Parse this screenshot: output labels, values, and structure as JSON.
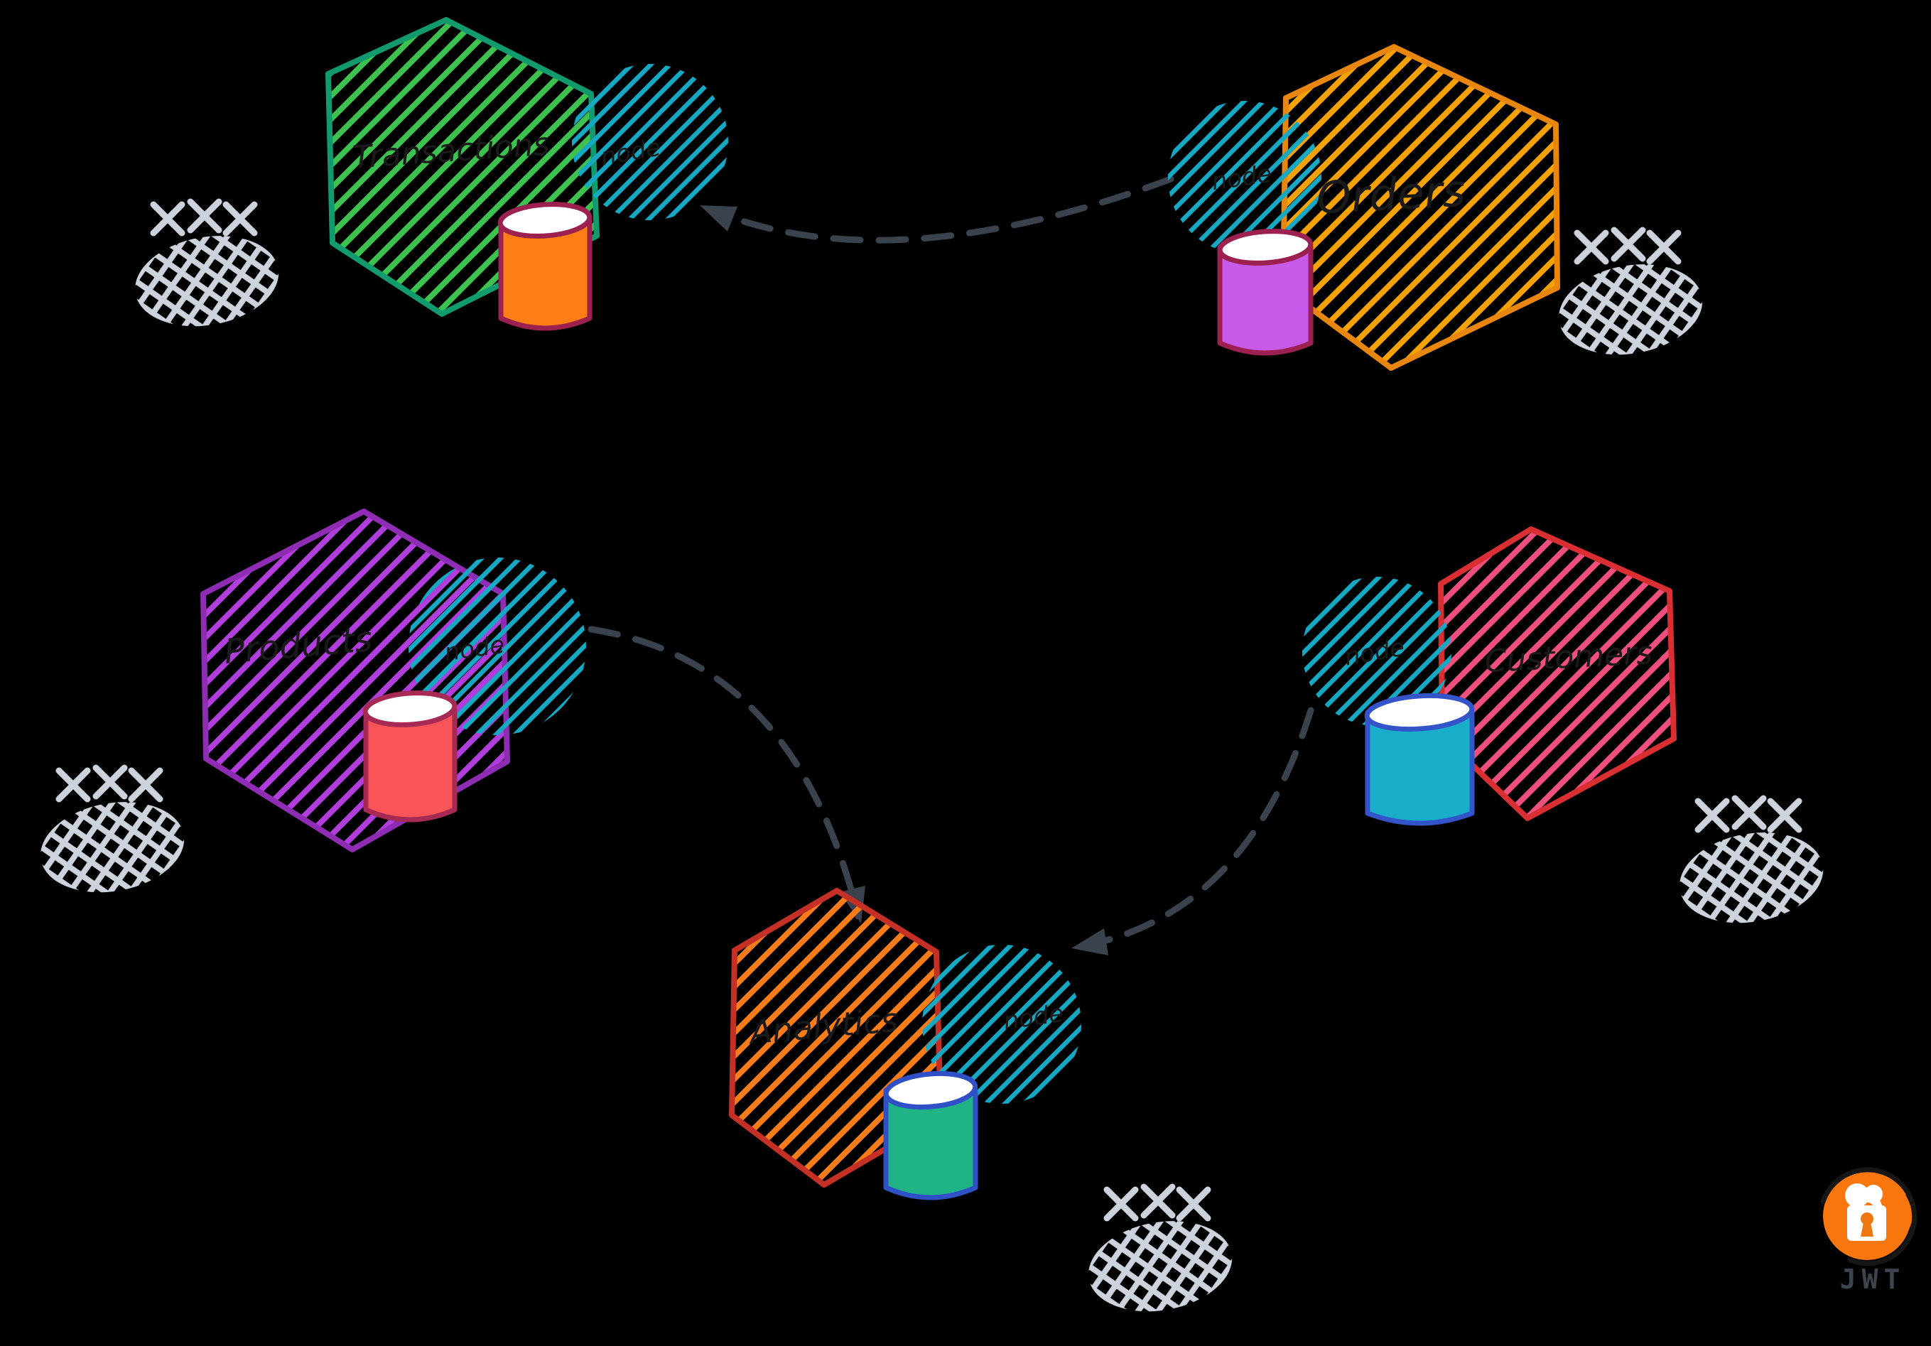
{
  "canvas": {
    "background": "#000000"
  },
  "text_color": "#1a1a1a",
  "db_top_color": "#ffffff",
  "node_style": {
    "hatch_color": "#17a8c4"
  },
  "services": [
    {
      "name": "Transactions",
      "node_label": "node",
      "colors": {
        "hatch": "#3ec24f",
        "outline": "#109a6d",
        "db_fill": "#fd7e14",
        "db_outline": "#9c2150"
      }
    },
    {
      "name": "Orders",
      "node_label": "node",
      "colors": {
        "hatch": "#f5a201",
        "outline": "#e8860d",
        "db_fill": "#c75ae8",
        "db_outline": "#9c2150"
      }
    },
    {
      "name": "Products",
      "node_label": "node",
      "colors": {
        "hatch": "#b13ddd",
        "outline": "#8e2db3",
        "db_fill": "#f95458",
        "db_outline": "#a62a54"
      }
    },
    {
      "name": "Customers",
      "node_label": "node",
      "colors": {
        "hatch": "#ee4f7d",
        "outline": "#d92f32",
        "db_fill": "#18aec9",
        "db_outline": "#3454c9"
      }
    },
    {
      "name": "Analytics",
      "node_label": "node",
      "colors": {
        "hatch": "#f97c1b",
        "outline": "#c43026",
        "db_fill": "#1fb386",
        "db_outline": "#3050c8"
      }
    }
  ],
  "arrows": {
    "color": "#3a424d",
    "links": [
      {
        "from": "Orders",
        "to": "Transactions"
      },
      {
        "from": "Products",
        "to": "Analytics"
      },
      {
        "from": "Customers",
        "to": "Analytics"
      }
    ]
  },
  "decor": {
    "color": "#ccd3dc"
  },
  "jwt": {
    "label": "JWT",
    "badge_color": "#f8760e",
    "lock_color": "#ffffff",
    "keyhole_color": "#ef7712",
    "text_color": "#3d444e",
    "ring_color": "#161616"
  }
}
